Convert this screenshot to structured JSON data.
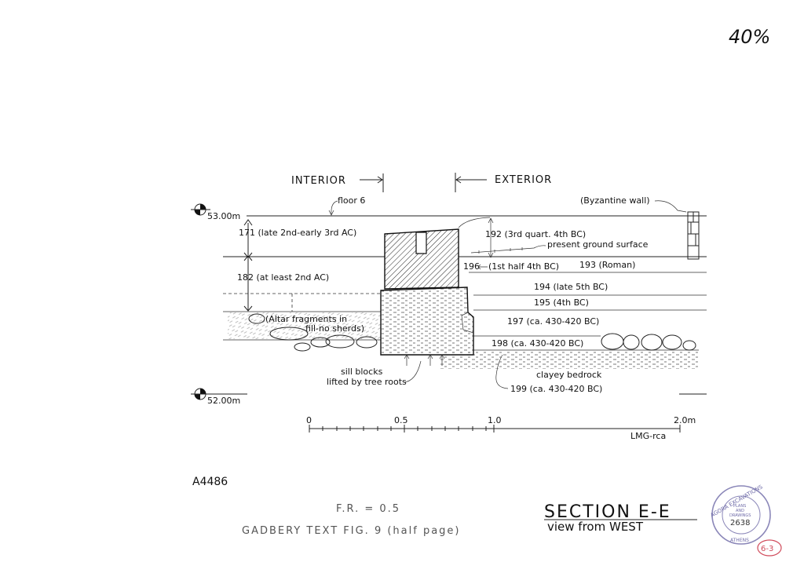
{
  "sheet": {
    "corner_note": "40%",
    "drawing_number": "A4486",
    "scale_note": "F.R. = 0.5",
    "figure_note": "GADBERY   TEXT FIG. 9 (half page)",
    "section_title": "SECTION E-E",
    "section_subtitle": "view from WEST",
    "drafter": "LMG-rca",
    "page_ref": "6-3"
  },
  "stamp": {
    "outer_text": "AGORA EXCAVATIONS",
    "inner_line1": "PLANS",
    "inner_line2": "AND",
    "inner_line3": "DRAWINGS",
    "number": "2638",
    "bottom_text": "ATHENS"
  },
  "section": {
    "interior_label": "INTERIOR",
    "exterior_label": "EXTERIOR",
    "datum_top": "53.00m",
    "datum_bottom": "52.00m",
    "floor_label": "floor 6",
    "byzantine_wall": "(Byzantine wall)",
    "present_surface": "present ground surface",
    "sill_blocks_line1": "sill blocks",
    "sill_blocks_line2": "lifted by tree roots",
    "clayey_bedrock": "clayey bedrock",
    "altar_line1": "(Altar fragments in",
    "altar_line2": "fill-no sherds)",
    "layer_171": "171 (late 2nd-early 3rd AC)",
    "layer_182": "182 (at least 2nd AC)",
    "layer_192": "192 (3rd quart. 4th BC)",
    "layer_193": "193 (Roman)",
    "layer_194": "194 (late 5th BC)",
    "layer_195": "195 (4th BC)",
    "layer_196_num": "196",
    "layer_196_date": "(1st half 4th BC)",
    "layer_197": "197 (ca. 430-420 BC)",
    "layer_198": "198 (ca. 430-420 BC)",
    "layer_199": "199 (ca. 430-420 BC)"
  },
  "scale_bar": {
    "t0": "0",
    "t05": "0.5",
    "t1": "1.0",
    "t2": "2.0m"
  }
}
